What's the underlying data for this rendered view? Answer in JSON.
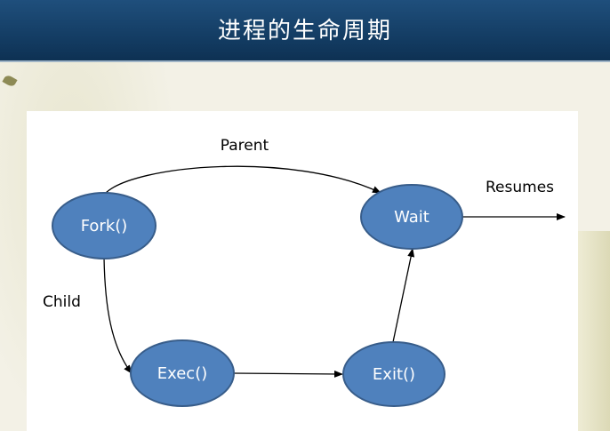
{
  "slide": {
    "title": "进程的生命周期"
  },
  "diagram": {
    "nodes": {
      "fork": "Fork()",
      "exec": "Exec()",
      "exit": "Exit()",
      "wait": "Wait"
    },
    "edges": {
      "parent": "Parent",
      "child": "Child",
      "resumes": "Resumes"
    }
  },
  "colors": {
    "title_bar": "#1a4570",
    "node_fill": "#4f81bd",
    "node_stroke": "#385d8a",
    "background": "#f3f1e6"
  }
}
